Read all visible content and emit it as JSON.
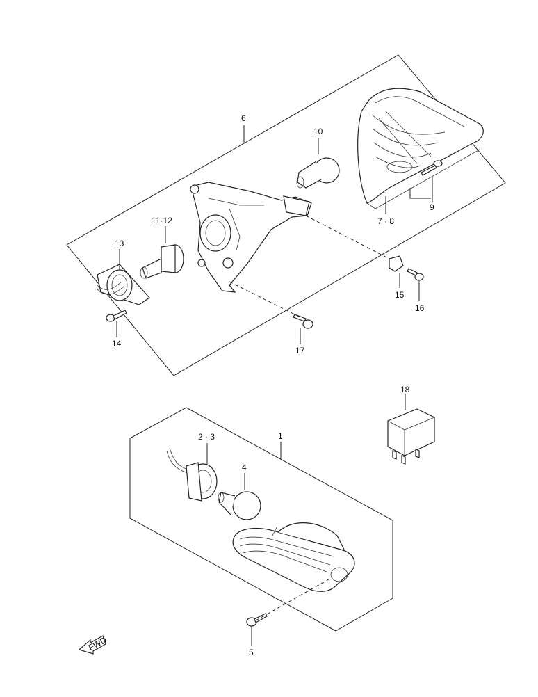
{
  "labels": {
    "p1": "1",
    "p2_3": "2 · 3",
    "p4": "4",
    "p5": "5",
    "p6": "6",
    "p7_8": "7 · 8",
    "p9": "9",
    "p10": "10",
    "p11_12": "11·12",
    "p13": "13",
    "p14": "14",
    "p15": "15",
    "p16": "16",
    "p17": "17",
    "p18": "18",
    "fwd": "FWD"
  }
}
